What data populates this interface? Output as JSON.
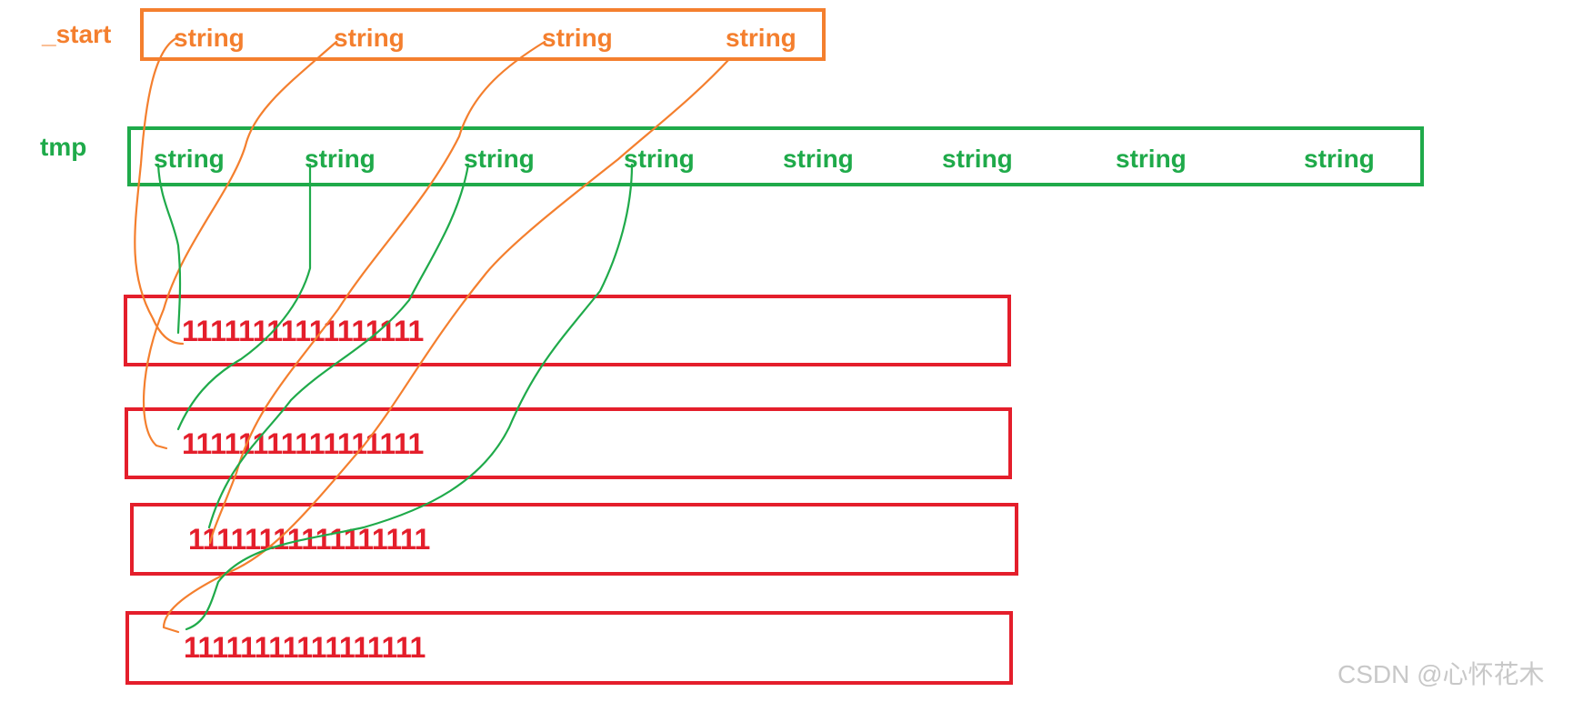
{
  "start": {
    "label": "_start",
    "cells": [
      "string",
      "string",
      "string",
      "string"
    ]
  },
  "tmp": {
    "label": "tmp",
    "cells": [
      "string",
      "string",
      "string",
      "string",
      "string",
      "string",
      "string",
      "string"
    ]
  },
  "blocks": [
    "11111111111111111",
    "11111111111111111",
    "11111111111111111",
    "11111111111111111"
  ],
  "watermark": "CSDN @心怀花木",
  "colors": {
    "start": "#f47f2e",
    "tmp": "#1faa4a",
    "blocks": "#e41e2b",
    "watermark": "#c8c8c8"
  }
}
